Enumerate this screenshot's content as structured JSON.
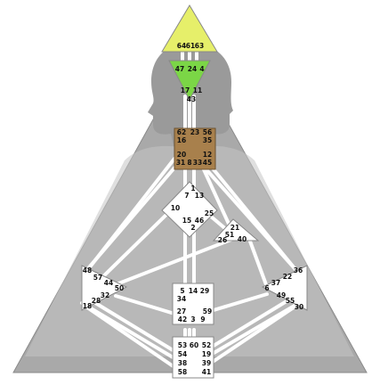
{
  "colors": {
    "background": "#ffffff",
    "body_outer": "#a9a9a9",
    "body_inner": "#c4c4c4",
    "silhouette": "#9a9a9a",
    "channel": "#ffffff",
    "center_outline": "#555555",
    "head_center": "#e6ef6a",
    "ajna_center": "#7bd646",
    "throat_center": "#a8804c",
    "undefined_center": "#ffffff"
  },
  "centers": {
    "head": {
      "gates": [
        "64",
        "61",
        "63"
      ],
      "defined": true
    },
    "ajna": {
      "gates": [
        "47",
        "24",
        "4",
        "17",
        "11",
        "43"
      ],
      "defined": true
    },
    "throat": {
      "gates": [
        "62",
        "23",
        "56",
        "16",
        "35",
        "20",
        "12",
        "31",
        "8",
        "33",
        "45"
      ],
      "defined": true
    },
    "g_center": {
      "gates": [
        "1",
        "7",
        "13",
        "10",
        "25",
        "15",
        "46",
        "2"
      ],
      "defined": false
    },
    "ego": {
      "gates": [
        "21",
        "51",
        "26",
        "40"
      ],
      "defined": false
    },
    "spleen": {
      "gates": [
        "48",
        "57",
        "44",
        "50",
        "32",
        "28",
        "18"
      ],
      "defined": false
    },
    "solar_plexus": {
      "gates": [
        "36",
        "22",
        "37",
        "6",
        "49",
        "55",
        "30"
      ],
      "defined": false
    },
    "sacral": {
      "gates": [
        "5",
        "14",
        "29",
        "34",
        "27",
        "59",
        "42",
        "3",
        "9"
      ],
      "defined": false
    },
    "root": {
      "gates": [
        "53",
        "60",
        "52",
        "54",
        "19",
        "38",
        "39",
        "58",
        "41"
      ],
      "defined": false
    }
  }
}
